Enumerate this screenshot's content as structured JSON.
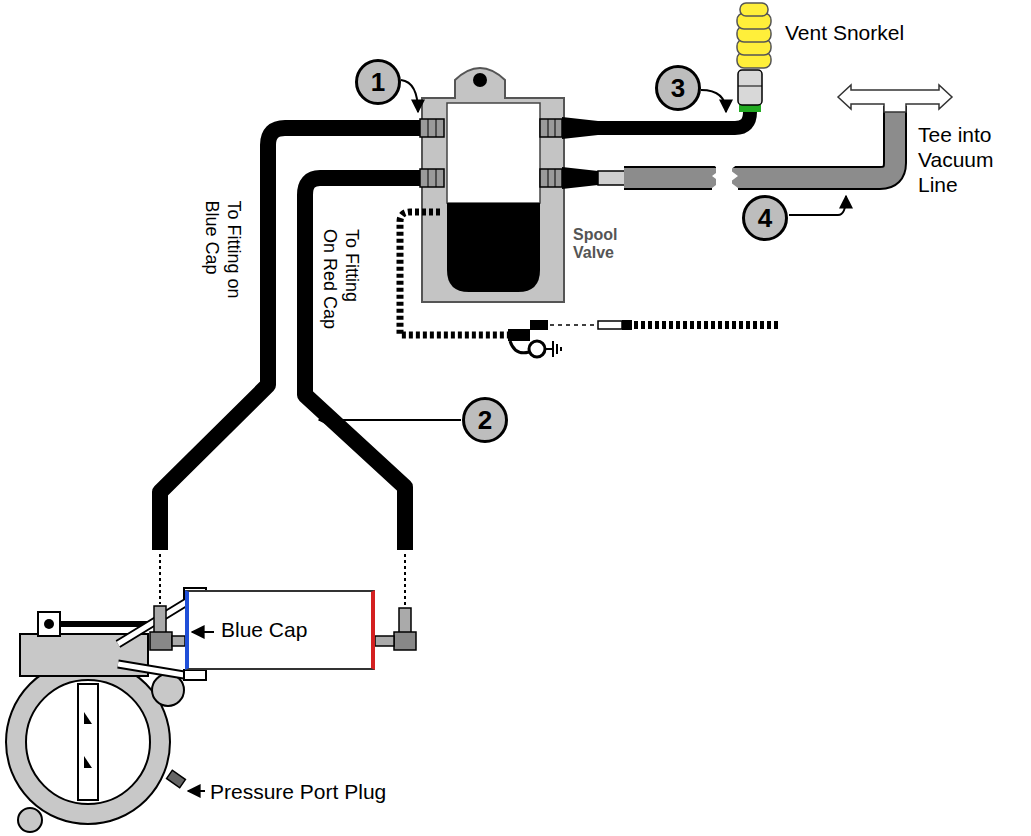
{
  "diagram": {
    "nodes": [
      {
        "text": [
          "1"
        ]
      },
      {
        "text": [
          "3"
        ]
      },
      {
        "text": [
          "4"
        ]
      },
      {
        "text": [
          "2"
        ]
      },
      {
        "text": [
          "Blue Cap"
        ]
      }
    ],
    "labels": [
      "Vent Snorkel",
      "Tee into Vacuum Line",
      "Spool Valve",
      "To Fitting on Blue Cap",
      "To Fitting On Red Cap",
      "Pressure Port Plug"
    ]
  }
}
